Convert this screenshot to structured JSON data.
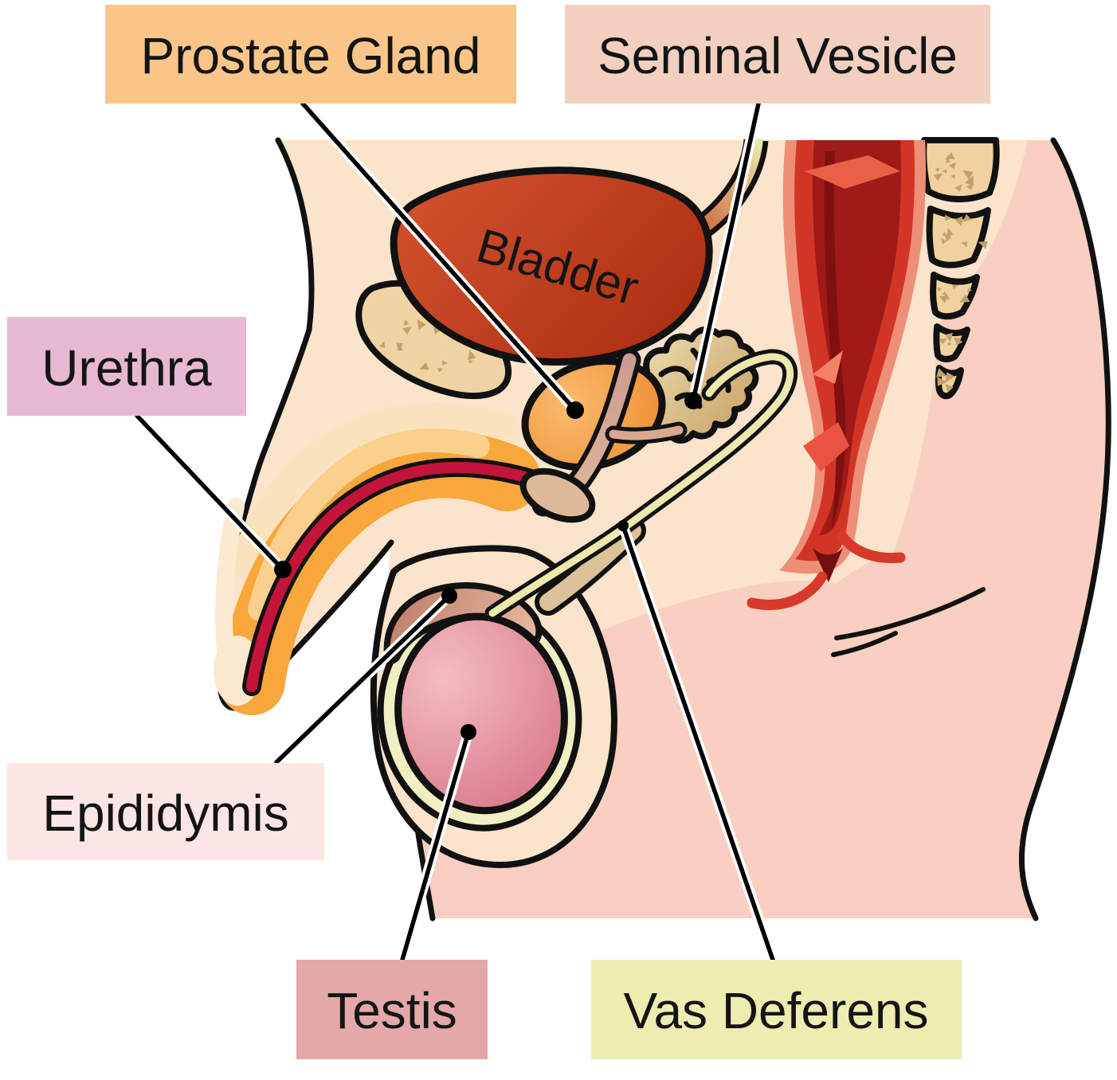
{
  "labels": {
    "prostate_gland": {
      "text": "Prostate Gland",
      "bg": "#F9C588"
    },
    "seminal_vesicle": {
      "text": "Seminal Vesicle",
      "bg": "#F2CFBE"
    },
    "urethra": {
      "text": "Urethra",
      "bg": "#E7B9D0"
    },
    "epididymis": {
      "text": "Epididymis",
      "bg": "#FCE6E4"
    },
    "testis": {
      "text": "Testis",
      "bg": "#E4A8A8"
    },
    "vas_deferens": {
      "text": "Vas Deferens",
      "bg": "#EDECB1"
    }
  },
  "organ_text": {
    "bladder": "Bladder"
  },
  "colors": {
    "body_skin": "#FBE3CC",
    "deep_tissue_pink": "#F8CFC0",
    "bone_fill": "#EFD2A0",
    "bone_speckle": "#C4A06A",
    "bladder_gradient_top": "#D0502D",
    "bladder_gradient_bottom": "#AE2F12",
    "ureter_top": "#E7E8A6",
    "ureter_bottom": "#CC4A28",
    "prostate_fill": "#F0953B",
    "seminal_vesicle_fill": "#DDC391",
    "rectum_outer": "#EF8E77",
    "rectum_mid": "#D23526",
    "rectum_inner": "#A01A17",
    "rectum_core": "#7E100F",
    "anus_flare": "#D8392B",
    "erectile_tissue": "#F7A73B",
    "erectile_highlight": "#FBCF8C",
    "urethra_lumen": "#C41439",
    "urethra_duct_tan": "#D8A88F",
    "vas_deferens_tube": "#EDE9AE",
    "spermatic_cord": "#DCC29A",
    "tunica_ring": "#F0EFC2",
    "testis_light": "#F3BDC1",
    "testis_dark": "#D9798A",
    "epididymis_dark": "#C1806C",
    "epididymis_light": "#E4B89E",
    "outline": "#111111",
    "leader_line": "#000000"
  }
}
